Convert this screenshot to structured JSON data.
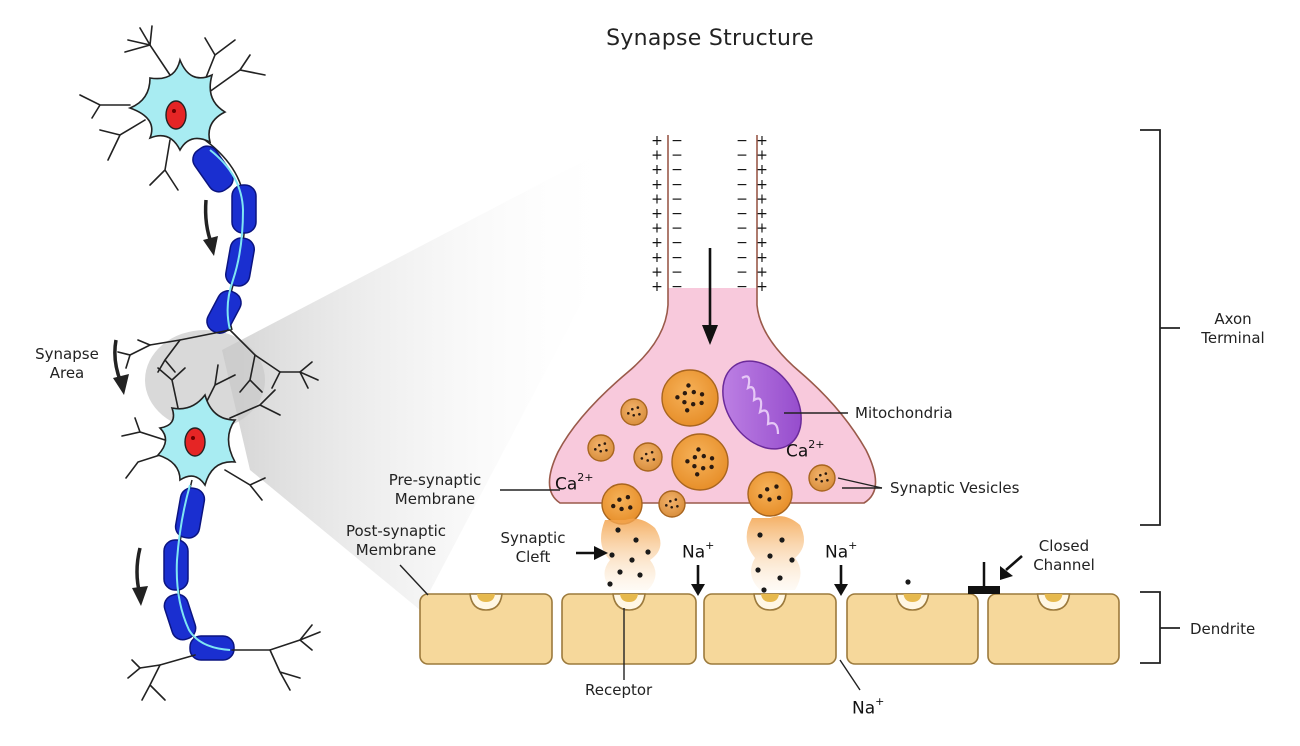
{
  "title": "Synapse Structure",
  "labels": {
    "synapse_area_1": "Synapse",
    "synapse_area_2": "Area",
    "axon_terminal_1": "Axon",
    "axon_terminal_2": "Terminal",
    "mitochondria": "Mitochondria",
    "synaptic_vesicles": "Synaptic Vesicles",
    "pre_synaptic_1": "Pre-synaptic",
    "pre_synaptic_2": "Membrane",
    "post_synaptic_1": "Post-synaptic",
    "post_synaptic_2": "Membrane",
    "synaptic_cleft_1": "Synaptic",
    "synaptic_cleft_2": "Cleft",
    "closed_channel_1": "Closed",
    "closed_channel_2": "Channel",
    "dendrite": "Dendrite",
    "receptor": "Receptor"
  },
  "ions": {
    "calcium": "Ca",
    "calcium_charge": "2+",
    "sodium": "Na",
    "sodium_charge": "+"
  },
  "membrane_signs": {
    "plus": "+",
    "minus": "−"
  },
  "colors": {
    "terminal_fill": "#f8c9dc",
    "terminal_outline": "#9a5a4a",
    "vesicle": "#f0a23e",
    "vesicle_outline": "#a8651f",
    "mitochondria": "#a35fd6",
    "dendrite_cell": "#f6d89b",
    "dendrite_outline": "#9c7a3c",
    "neuron_body": "#a8ecf2",
    "nucleus": "#e52525",
    "myelin": "#1a2fd0"
  }
}
